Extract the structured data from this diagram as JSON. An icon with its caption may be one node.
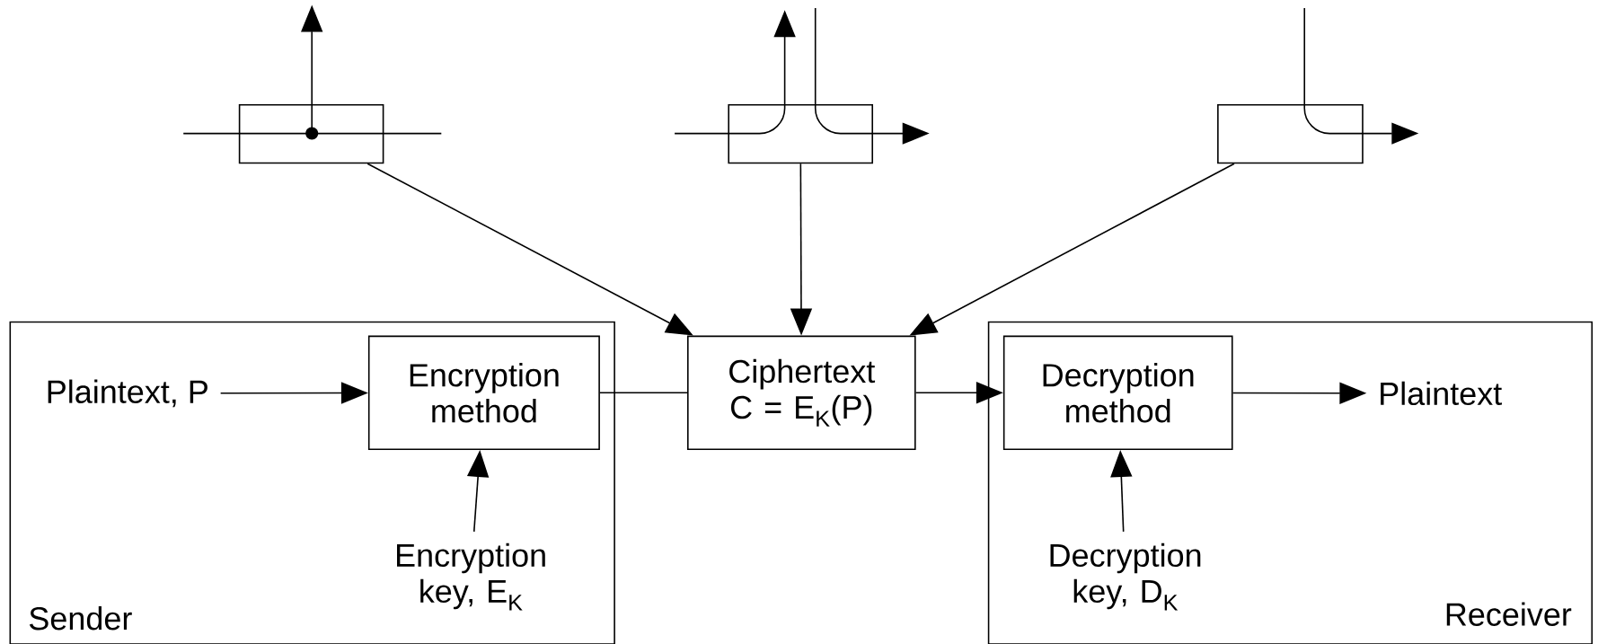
{
  "diagram": {
    "nodes": [
      {
        "text": [],
        "shape": "box"
      },
      {
        "text": [],
        "shape": "box"
      },
      {
        "text": [],
        "shape": "box"
      },
      {
        "text": [
          "Sender"
        ]
      },
      {
        "text": [
          "Plaintext, P"
        ],
        "in": 3
      },
      {
        "text": [
          "Encryption method"
        ],
        "in": 3
      },
      {
        "text": [
          "Encryption key, E$_{K}$"
        ],
        "in": 3
      },
      {
        "text": [
          "Ciphertext C = E$_{K}$(P)"
        ]
      },
      {
        "text": [
          "Receiver"
        ]
      },
      {
        "text": [
          "Decryption method"
        ],
        "in": 8
      },
      {
        "text": [
          "Plaintext"
        ],
        "in": 8
      },
      {
        "text": [
          "Decryption key, D$_{K}$"
        ],
        "in": 8
      }
    ],
    "edges": [
      {
        "from": 4,
        "to": 5,
        "arrow": "to"
      },
      {
        "from": 6,
        "to": 5,
        "arrow": "to"
      },
      {
        "from": 5,
        "to": 7,
        "arrow": "none"
      },
      {
        "from": 7,
        "to": 9,
        "arrow": "to"
      },
      {
        "from": 9,
        "to": 10,
        "arrow": "to"
      },
      {
        "from": 11,
        "to": 9,
        "arrow": "to"
      },
      {
        "from": 0,
        "to": 7,
        "arrow": "to"
      },
      {
        "from": 1,
        "to": 7,
        "arrow": "to"
      },
      {
        "from": 2,
        "to": 7,
        "arrow": "to"
      }
    ]
  }
}
